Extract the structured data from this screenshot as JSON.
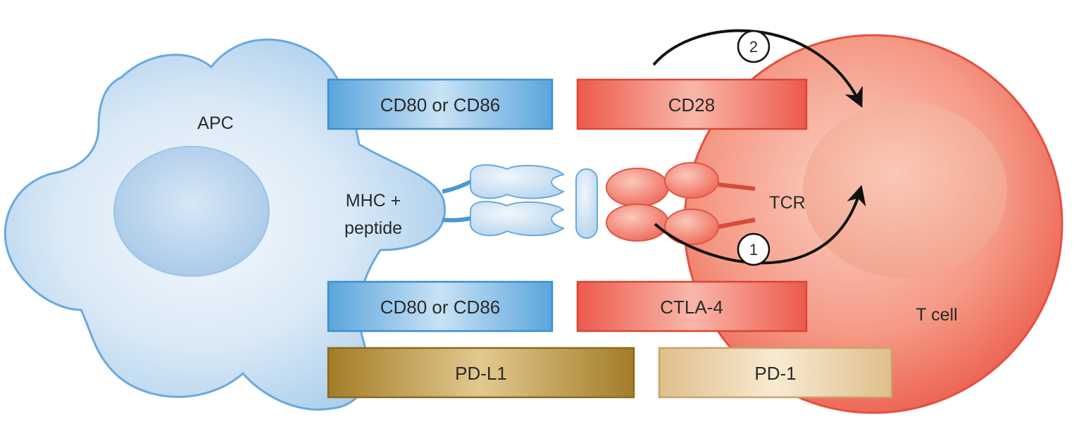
{
  "diagram": {
    "apc": {
      "label": "APC",
      "color": "#a9cdec"
    },
    "tcell": {
      "label": "T cell",
      "color": "#ef5f50"
    },
    "mhc": {
      "line1": "MHC +",
      "line2": "peptide"
    },
    "tcr": {
      "label": "TCR"
    },
    "boxes": {
      "cd80_top": "CD80 or CD86",
      "cd28": "CD28",
      "cd80_bottom": "CD80 or CD86",
      "ctla4": "CTLA-4",
      "pdl1": "PD-L1",
      "pd1": "PD-1"
    },
    "signals": {
      "signal_1": "1",
      "signal_2": "2"
    },
    "colors": {
      "blue_box": "#5fa8dd",
      "red_box": "#ec5a4c",
      "pdl1": "#a88330",
      "pd1": "#e6c99b"
    }
  }
}
